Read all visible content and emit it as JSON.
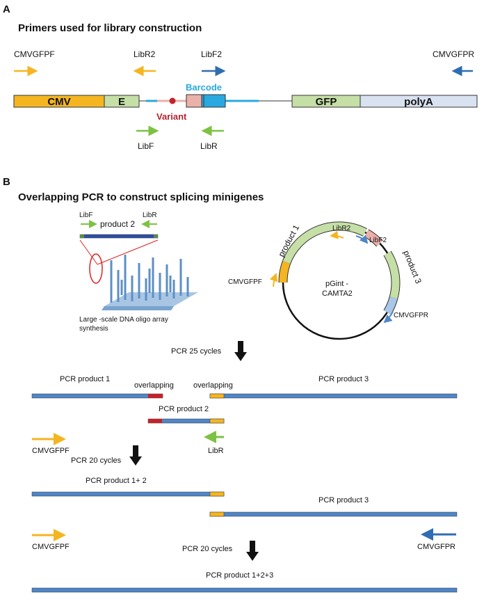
{
  "panel_a": {
    "letter": "A",
    "title": "Primers used for library construction",
    "primers_top": {
      "cmvgfpf": "CMVGFPF",
      "libr2": "LibR2",
      "libf2": "LibF2",
      "cmvgfpr": "CMVGFPR"
    },
    "segments": {
      "cmv": "CMV",
      "e": "E",
      "gfp": "GFP",
      "polya": "polyA"
    },
    "barcode_label": "Barcode",
    "variant_label": "Variant",
    "primers_bottom": {
      "libf": "LibF",
      "libr": "LibR"
    }
  },
  "panel_b": {
    "letter": "B",
    "title": "Overlapping PCR to construct splicing minigenes",
    "oligo": {
      "libf": "LibF",
      "product2": "product 2",
      "libr": "LibR",
      "caption_line1": "Large -scale DNA oligo array",
      "caption_line2": "synthesis"
    },
    "plasmid": {
      "libr2": "LibR2",
      "libf2": "LibF2",
      "product1": "product 1",
      "product3": "product 3",
      "cmvgfpf": "CMVGFPF",
      "name_line1": "pGint -",
      "name_line2": "CAMTA2",
      "cmvgfpr": "CMVGFPR"
    },
    "step1": "PCR 25 cycles",
    "pcr_product_1": "PCR product 1",
    "overlap_left": "overlapping",
    "overlap_right": "overlapping",
    "pcr_product_3a": "PCR product 3",
    "pcr_product_2": "PCR product 2",
    "cmvgfpf_a": "CMVGFPF",
    "libr_a": "LibR",
    "step2": "PCR 20 cycles",
    "pcr_product_12": "PCR product 1+ 2",
    "pcr_product_3b": "PCR product 3",
    "cmvgfpf_b": "CMVGFPF",
    "cmvgfpr_b": "CMVGFPR",
    "step3": "PCR 20 cycles",
    "pcr_product_123": "PCR product 1+2+3"
  },
  "colors": {
    "yellow": "#f5b521",
    "light_green": "#c5dfa6",
    "green_arrow": "#7dc242",
    "dark_blue_arrow": "#2f6db3",
    "bar_blue": "#4f86c6",
    "cyan": "#29a9e0",
    "pink": "#eab0aa",
    "variant_red": "#c0232b",
    "polya": "#d9e2f1",
    "light_blue": "#a9c8e8"
  }
}
